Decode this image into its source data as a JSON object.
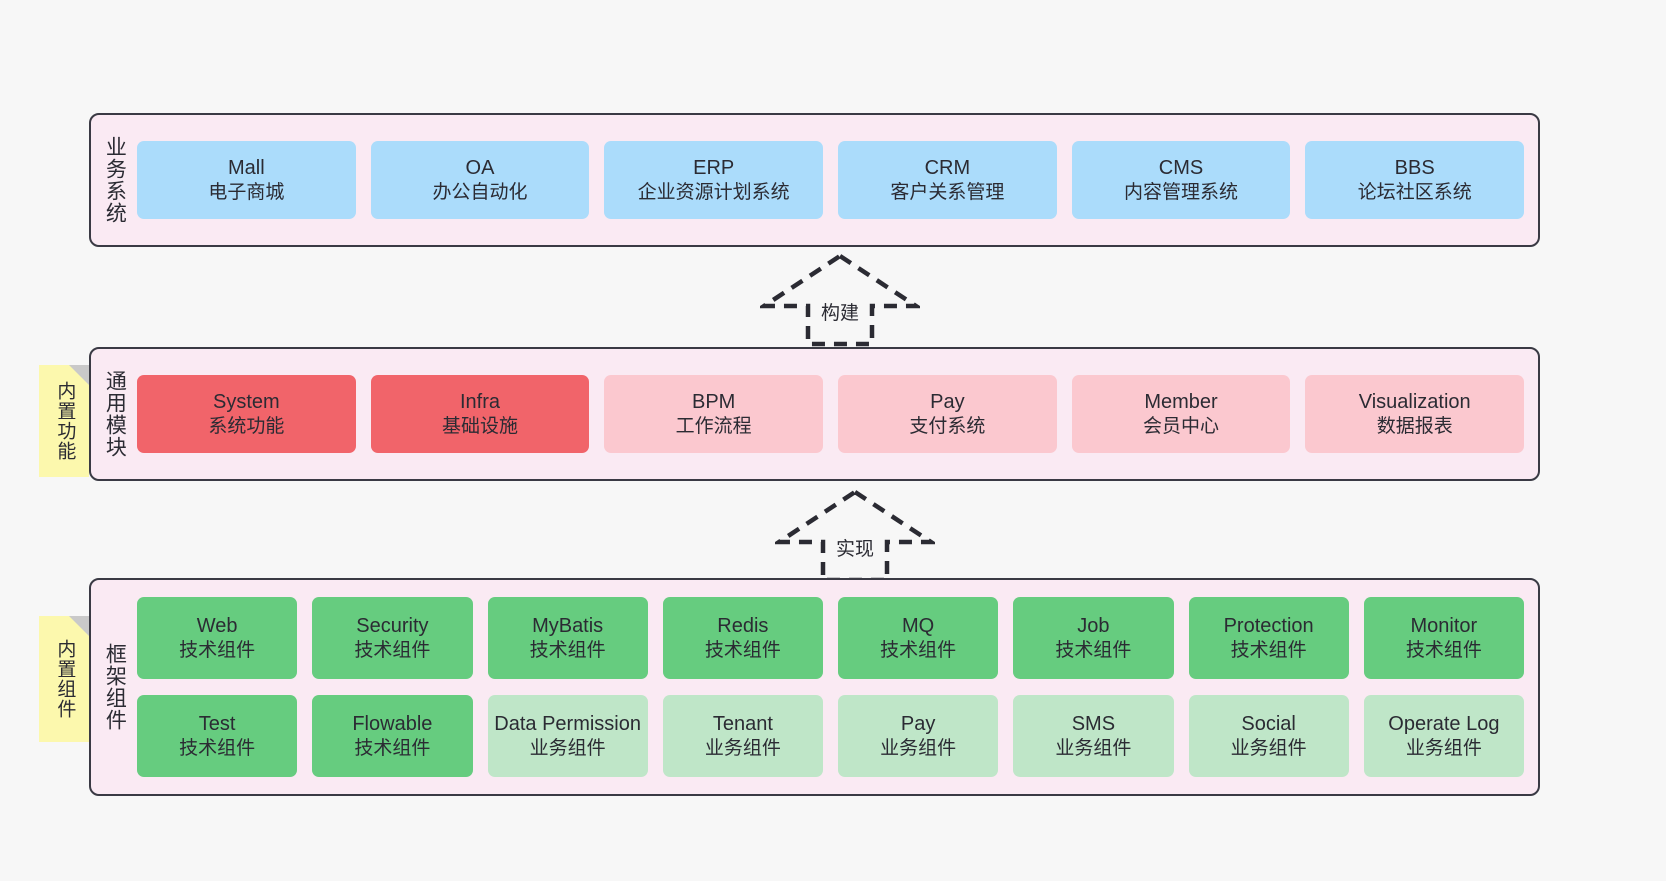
{
  "layers": [
    {
      "id": "business",
      "title": "业务系统",
      "rows": [
        [
          {
            "en": "Mall",
            "cn": "电子商城",
            "color": "c-blue"
          },
          {
            "en": "OA",
            "cn": "办公自动化",
            "color": "c-blue"
          },
          {
            "en": "ERP",
            "cn": "企业资源计划系统",
            "color": "c-blue"
          },
          {
            "en": "CRM",
            "cn": "客户关系管理",
            "color": "c-blue"
          },
          {
            "en": "CMS",
            "cn": "内容管理系统",
            "color": "c-blue"
          },
          {
            "en": "BBS",
            "cn": "论坛社区系统",
            "color": "c-blue"
          }
        ]
      ]
    },
    {
      "id": "common",
      "title": "通用模块",
      "rows": [
        [
          {
            "en": "System",
            "cn": "系统功能",
            "color": "c-red"
          },
          {
            "en": "Infra",
            "cn": "基础设施",
            "color": "c-red"
          },
          {
            "en": "BPM",
            "cn": "工作流程",
            "color": "c-pink"
          },
          {
            "en": "Pay",
            "cn": "支付系统",
            "color": "c-pink"
          },
          {
            "en": "Member",
            "cn": "会员中心",
            "color": "c-pink"
          },
          {
            "en": "Visualization",
            "cn": "数据报表",
            "color": "c-pink"
          }
        ]
      ]
    },
    {
      "id": "framework",
      "title": "框架组件",
      "rows": [
        [
          {
            "en": "Web",
            "cn": "技术组件",
            "color": "c-green"
          },
          {
            "en": "Security",
            "cn": "技术组件",
            "color": "c-green"
          },
          {
            "en": "MyBatis",
            "cn": "技术组件",
            "color": "c-green"
          },
          {
            "en": "Redis",
            "cn": "技术组件",
            "color": "c-green"
          },
          {
            "en": "MQ",
            "cn": "技术组件",
            "color": "c-green"
          },
          {
            "en": "Job",
            "cn": "技术组件",
            "color": "c-green"
          },
          {
            "en": "Protection",
            "cn": "技术组件",
            "color": "c-green"
          },
          {
            "en": "Monitor",
            "cn": "技术组件",
            "color": "c-green"
          }
        ],
        [
          {
            "en": "Test",
            "cn": "技术组件",
            "color": "c-green"
          },
          {
            "en": "Flowable",
            "cn": "技术组件",
            "color": "c-green"
          },
          {
            "en": "Data Permission",
            "cn": "业务组件",
            "color": "c-lightgreen"
          },
          {
            "en": "Tenant",
            "cn": "业务组件",
            "color": "c-lightgreen"
          },
          {
            "en": "Pay",
            "cn": "业务组件",
            "color": "c-lightgreen"
          },
          {
            "en": "SMS",
            "cn": "业务组件",
            "color": "c-lightgreen"
          },
          {
            "en": "Social",
            "cn": "业务组件",
            "color": "c-lightgreen"
          },
          {
            "en": "Operate Log",
            "cn": "业务组件",
            "color": "c-lightgreen"
          }
        ]
      ]
    }
  ],
  "sticky_notes": [
    {
      "id": "common",
      "text": "内置功能"
    },
    {
      "id": "framework",
      "text": "内置组件"
    }
  ],
  "arrows": [
    {
      "id": "build",
      "label": "构建"
    },
    {
      "id": "impl",
      "label": "实现"
    }
  ],
  "colors": {
    "panel_bg": "#faeaf3",
    "panel_border": "#3a3a44",
    "business_card": "#abdcfb",
    "common_core_card": "#f1646a",
    "common_card": "#fbc8cf",
    "tech_component_card": "#66cc7f",
    "biz_component_card": "#bfe6c8",
    "sticky_note": "#fcf8ad",
    "canvas_bg": "#f7f7f7",
    "text": "#2b2b33"
  }
}
